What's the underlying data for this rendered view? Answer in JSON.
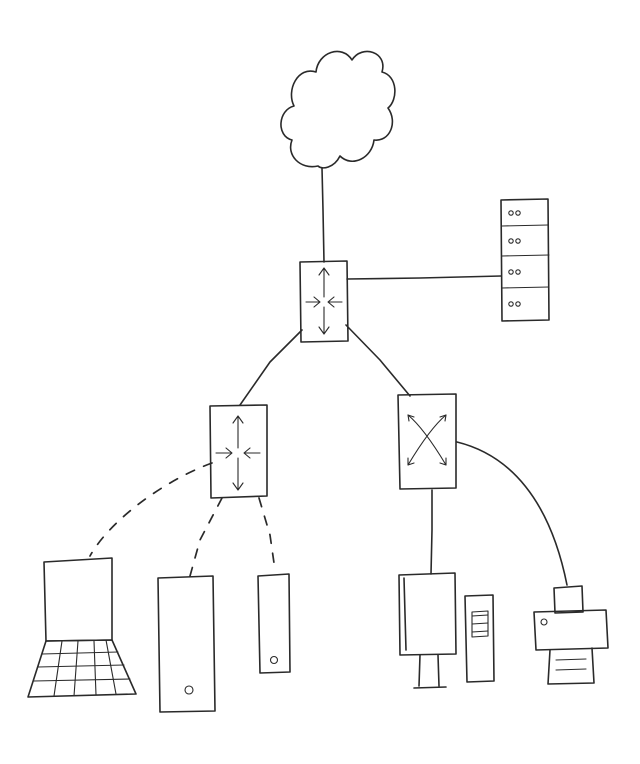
{
  "colors": {
    "ink": "#2a2a2a",
    "background": "#ffffff"
  },
  "nodes": [
    {
      "id": "internet",
      "kind": "cloud",
      "icon": "cloud-icon"
    },
    {
      "id": "core-router",
      "kind": "router",
      "icon": "router-icon"
    },
    {
      "id": "server",
      "kind": "rack-server",
      "icon": "server-rack-icon"
    },
    {
      "id": "wireless-router",
      "kind": "router",
      "icon": "router-icon"
    },
    {
      "id": "switch",
      "kind": "switch",
      "icon": "switch-icon"
    },
    {
      "id": "laptop",
      "kind": "laptop",
      "icon": "laptop-icon"
    },
    {
      "id": "tablet",
      "kind": "tablet",
      "icon": "tablet-icon"
    },
    {
      "id": "phone",
      "kind": "phone",
      "icon": "phone-icon"
    },
    {
      "id": "desktop-monitor",
      "kind": "monitor",
      "icon": "monitor-icon"
    },
    {
      "id": "desktop-tower",
      "kind": "tower",
      "icon": "pc-tower-icon"
    },
    {
      "id": "printer",
      "kind": "printer",
      "icon": "printer-icon"
    }
  ],
  "links": [
    {
      "from": "internet",
      "to": "core-router",
      "style": "wired"
    },
    {
      "from": "core-router",
      "to": "server",
      "style": "wired"
    },
    {
      "from": "core-router",
      "to": "wireless-router",
      "style": "wired"
    },
    {
      "from": "core-router",
      "to": "switch",
      "style": "wired"
    },
    {
      "from": "wireless-router",
      "to": "laptop",
      "style": "wireless"
    },
    {
      "from": "wireless-router",
      "to": "tablet",
      "style": "wireless"
    },
    {
      "from": "wireless-router",
      "to": "phone",
      "style": "wireless"
    },
    {
      "from": "switch",
      "to": "desktop-monitor",
      "style": "wired"
    },
    {
      "from": "switch",
      "to": "printer",
      "style": "wired"
    }
  ]
}
